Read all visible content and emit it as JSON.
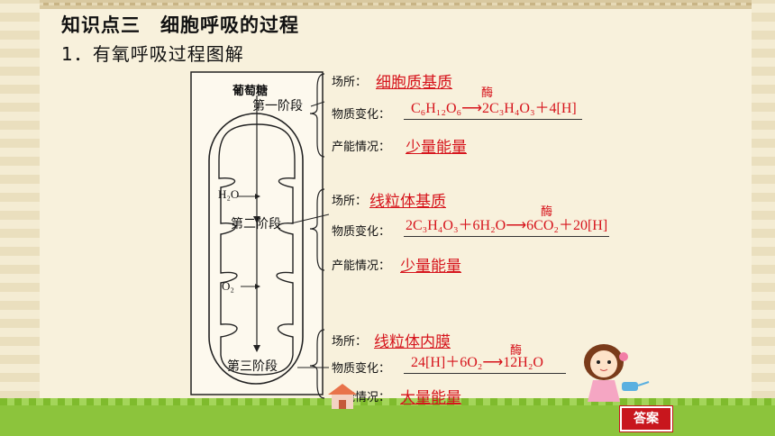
{
  "header": {
    "title": "知识点三　细胞呼吸的过程",
    "subtitle": "1．有氧呼吸过程图解"
  },
  "diagram": {
    "glucose": "葡萄糖",
    "stage1": "第一阶段",
    "stage2": "第二阶段",
    "stage3": "第三阶段",
    "h2o": "H₂O",
    "o2": "O₂"
  },
  "stages": [
    {
      "site_label": "场所：",
      "site": "细胞质基质",
      "substance_label": "物质变化：",
      "enzyme": "酶",
      "equation": "C₆H₁₂O₆⟶2C₃H₄O₃＋4[H]",
      "energy_label": "产能情况：",
      "energy": "少量能量"
    },
    {
      "site_label": "场所：",
      "site": "线粒体基质",
      "substance_label": "物质变化：",
      "enzyme": "酶",
      "equation": "2C₃H₄O₃＋6H₂O⟶6CO₂＋20[H]",
      "energy_label": "产能情况：",
      "energy": "少量能量"
    },
    {
      "site_label": "场所：",
      "site": "线粒体内膜",
      "substance_label": "物质变化：",
      "enzyme": "酶",
      "equation": "24[H]＋6O₂⟶12H₂O",
      "energy_label": "产能情况：",
      "energy": "大量能量"
    }
  ],
  "answer_button": "答案",
  "colors": {
    "accent": "#d6141c",
    "background": "#f8f1dc",
    "ground": "#8cc43c"
  }
}
